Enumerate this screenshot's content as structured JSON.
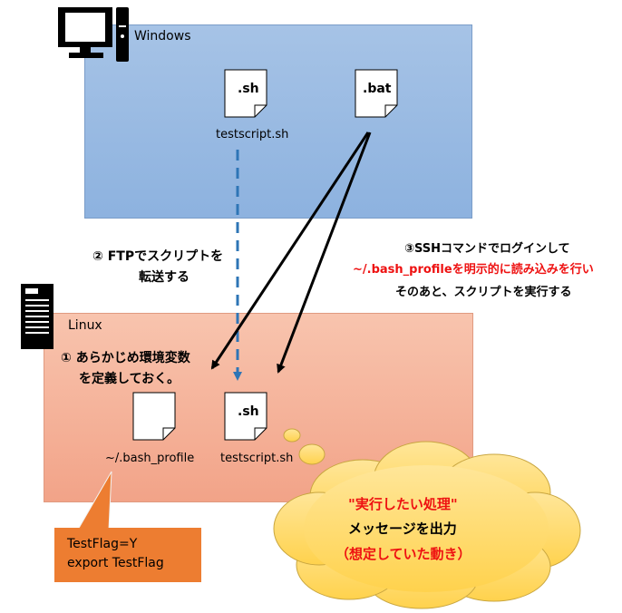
{
  "windows": {
    "label": "Windows"
  },
  "linux": {
    "label": "Linux"
  },
  "files": {
    "win_sh": {
      "ext": ".sh",
      "name": "testscript.sh"
    },
    "win_bat": {
      "ext": ".bat"
    },
    "linux_profile": {
      "name": "~/.bash_profile"
    },
    "linux_sh": {
      "ext": ".sh",
      "name": "testscript.sh"
    }
  },
  "steps": {
    "step1": {
      "line1": "① あらかじめ環境変数",
      "line2": "を定義しておく。"
    },
    "step2": {
      "line1": "② FTPでスクリプトを",
      "line2": "転送する"
    },
    "step3": {
      "line1": "③SSHコマンドでログインして",
      "line2": "~/.bash_profileを明示的に読み込みを行い",
      "line3": "そのあと、スクリプトを実行する"
    }
  },
  "callout": {
    "line1": "TestFlag=Y",
    "line2": "export TestFlag"
  },
  "cloud": {
    "line1": "\"実行したい処理\"",
    "line2": "メッセージを出力",
    "line3": "（想定していた動き）"
  },
  "colors": {
    "windows_fill": "#8db2df",
    "linux_fill": "#f2a388",
    "callout": "#ed7d31",
    "cloud": "#ffd966",
    "arrow_dashed": "#2e75b6",
    "red_text": "#ee1111"
  }
}
